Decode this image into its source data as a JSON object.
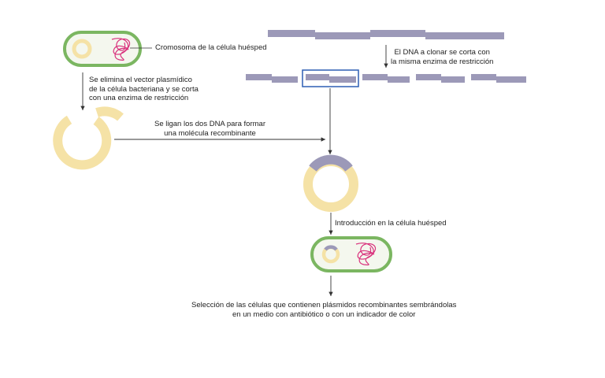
{
  "labels": {
    "host_chromosome": "Cromosoma de la célula huésped",
    "vector_removed": [
      "Se elimina el vector plasmídico",
      "de la célula bacteriana y se corta",
      "con una enzima de restricción"
    ],
    "dna_cut": [
      "El DNA a clonar se corta con",
      "la misma enzima de restricción"
    ],
    "ligation": [
      "Se ligan los dos DNA para formar",
      "una molécula recombinante"
    ],
    "introduction": "Introducción en la célula huésped",
    "selection": [
      "Selección de las células que contienen plásmidos recombinantes sembrándolas",
      "en un medio con antibiótico o con un indicador de color"
    ]
  },
  "colors": {
    "cell_wall_green": "#7bb661",
    "plasmid_yellow": "#f5e2a6",
    "dna_purple": "#9c99b8",
    "chromosome_pink": "#d9327d",
    "highlight_blue": "#2d5fb4",
    "arrow_gray": "#333333"
  }
}
